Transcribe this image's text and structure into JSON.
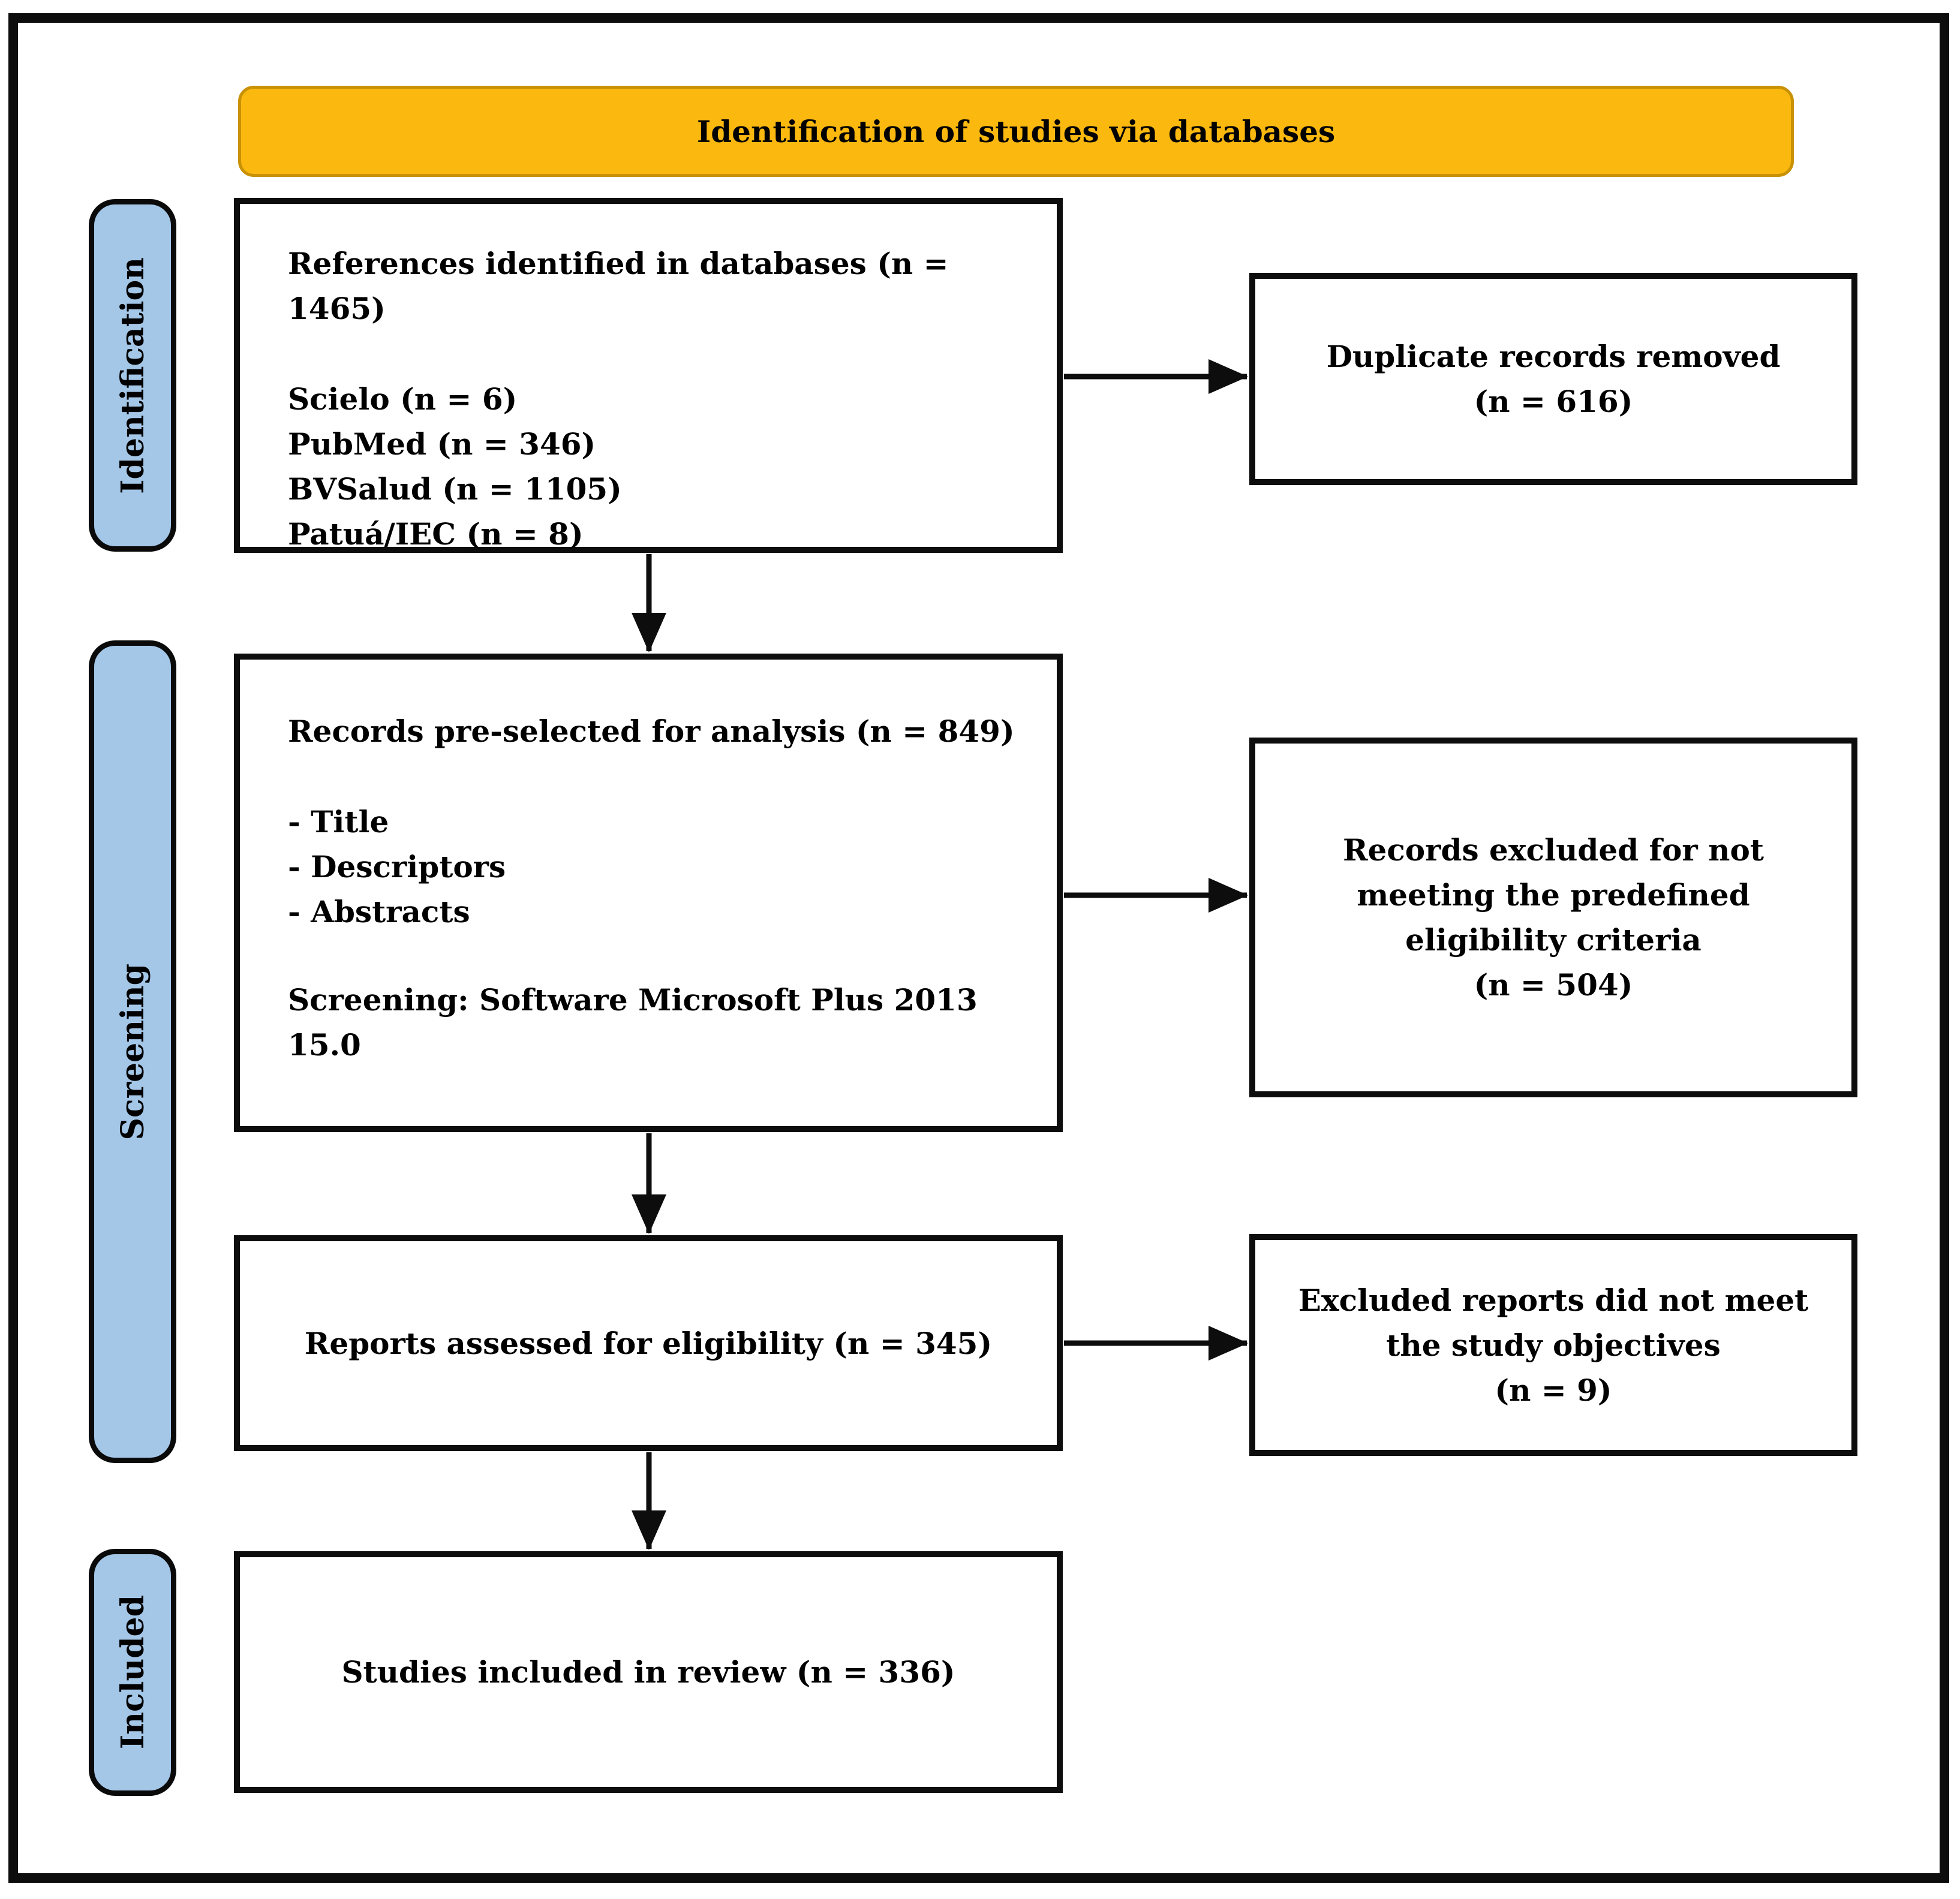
{
  "banner": {
    "label": "Identification of studies via databases"
  },
  "stages": [
    {
      "label": "Identification"
    },
    {
      "label": "Screening"
    },
    {
      "label": "Included"
    }
  ],
  "boxes": {
    "identified": {
      "title": "References identified in databases (n = 1465)",
      "items": [
        "Scielo (n = 6)",
        "PubMed (n = 346)",
        "BVSalud (n = 1105)",
        "Patuá/IEC (n = 8)"
      ]
    },
    "duplicates": {
      "lines": [
        "Duplicate records removed",
        "(n = 616)"
      ]
    },
    "preselected": {
      "title": "Records pre-selected for analysis (n = 849)",
      "items": [
        "- Title",
        "- Descriptors",
        "- Abstracts"
      ],
      "note": "Screening: Software Microsoft Plus 2013 15.0"
    },
    "excluded_eligibility": {
      "lines": [
        "Records excluded for not",
        "meeting the predefined",
        "eligibility criteria",
        "(n = 504)"
      ]
    },
    "assessed": {
      "title": "Reports assessed for eligibility (n = 345)"
    },
    "excluded_objectives": {
      "lines": [
        "Excluded reports did not meet",
        "the study objectives",
        "(n = 9)"
      ]
    },
    "included": {
      "title": "Studies included in review (n = 336)"
    }
  },
  "colors": {
    "banner_fill": "#fbb80f",
    "banner_border": "#c89204",
    "stage_fill": "#a4c7e8",
    "box_border": "#0d0d0d",
    "arrow": "#0d0d0d"
  }
}
